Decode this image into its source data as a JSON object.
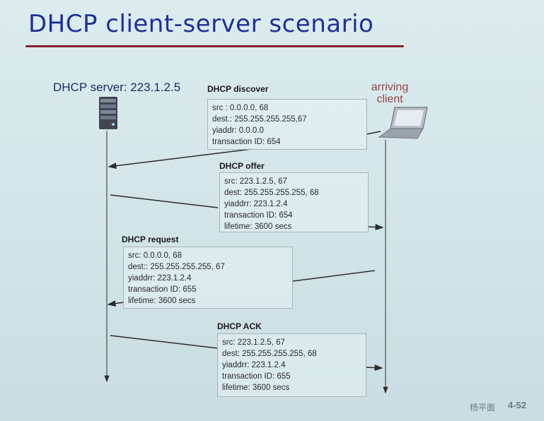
{
  "title": "DHCP client-server scenario",
  "server_label": "DHCP server: 223.1.2.5",
  "client_label": [
    "arriving",
    "client"
  ],
  "messages": [
    {
      "title": "DHCP discover",
      "lines": [
        "src : 0.0.0.0, 68",
        "dest.: 255.255.255.255,67",
        "yiaddr:    0.0.0.0",
        "transaction ID: 654"
      ]
    },
    {
      "title": "DHCP offer",
      "lines": [
        "src: 223.1.2.5, 67",
        "dest:  255.255.255.255, 68",
        "yiaddrr: 223.1.2.4",
        "transaction ID: 654",
        "lifetime: 3600 secs"
      ]
    },
    {
      "title": "DHCP request",
      "lines": [
        "src:  0.0.0.0, 68",
        "dest::  255.255.255.255, 67",
        "yiaddrr: 223.1.2.4",
        "transaction ID: 655",
        "lifetime: 3600 secs"
      ]
    },
    {
      "title": "DHCP ACK",
      "lines": [
        "src: 223.1.2.5, 67",
        "dest:  255.255.255.255, 68",
        "yiaddrr: 223.1.2.4",
        "transaction ID: 655",
        "lifetime: 3600 secs"
      ]
    }
  ],
  "footer": {
    "author": "杨平面",
    "slide_number": "4-52"
  },
  "icons": {
    "server": "server-tower-icon",
    "client": "laptop-icon"
  }
}
